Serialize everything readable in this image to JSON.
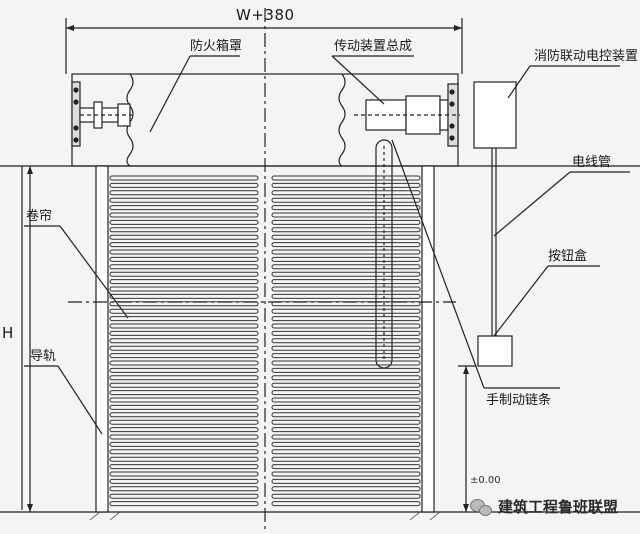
{
  "diagram": {
    "width_dimension": "W+380",
    "height_dimension": "H",
    "floor_level": "±0.00",
    "labels": {
      "fire_box_cover": "防火箱罩",
      "drive_assembly": "传动装置总成",
      "fire_control_box": "消防联动电控装置",
      "conduit": "电线管",
      "curtain": "卷帘",
      "button_box": "按钮盒",
      "guide_rail": "导轨",
      "manual_brake_chain": "手制动链条"
    }
  },
  "watermark": {
    "text": "建筑工程鲁班联盟",
    "icon": "wechat-icon"
  }
}
